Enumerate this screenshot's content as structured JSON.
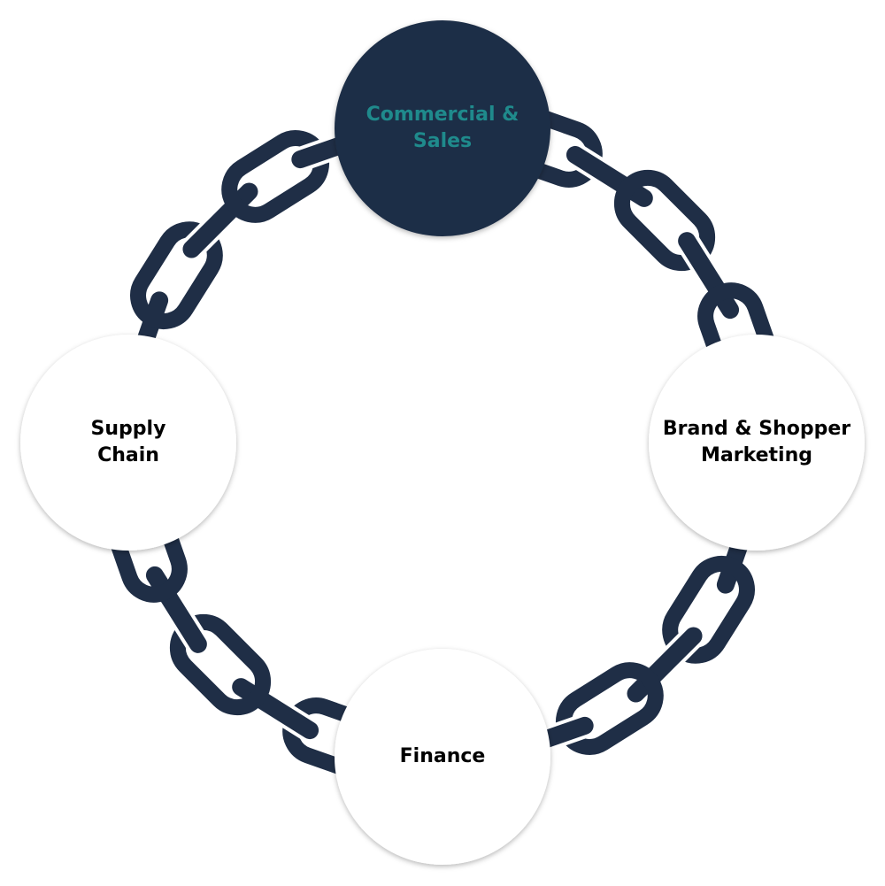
{
  "diagram": {
    "colors": {
      "chain": "#1f2e46",
      "node_active_fill": "#1f2e46",
      "node_active_text": "#1f8a8c",
      "node_fill": "#ffffff",
      "node_text": "#000000"
    },
    "nodes": [
      {
        "id": "commercial",
        "active": true,
        "lines": [
          "Commercial &",
          "Sales"
        ]
      },
      {
        "id": "brand",
        "active": false,
        "lines": [
          "Brand & Shopper",
          "Marketing"
        ]
      },
      {
        "id": "finance",
        "active": false,
        "lines": [
          "Finance"
        ]
      },
      {
        "id": "supply",
        "active": false,
        "lines": [
          "Supply",
          "Chain"
        ]
      }
    ],
    "connector_icon": "chain-link-icon"
  }
}
